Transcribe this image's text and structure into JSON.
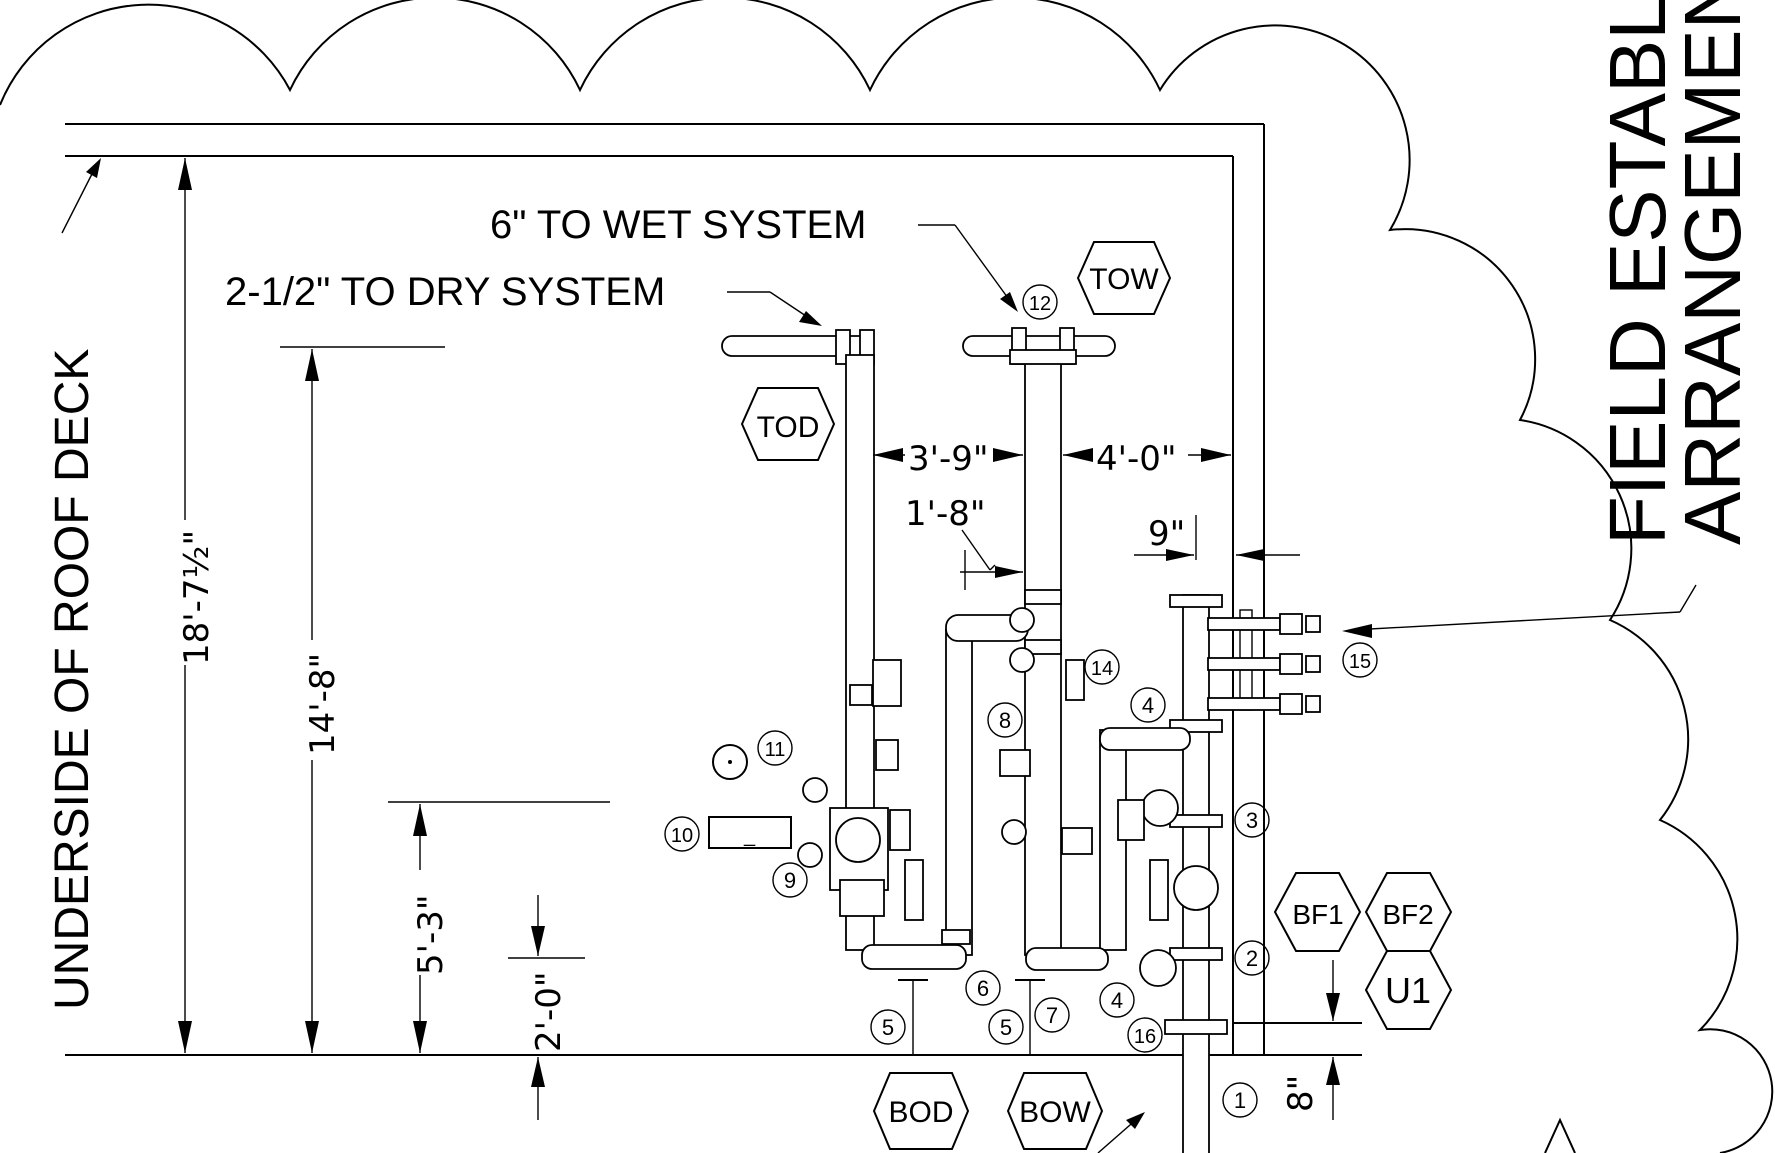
{
  "title": {
    "line1": "FIELD ESTABLI",
    "line2": "ARRANGEMEN"
  },
  "labels": {
    "roof_deck": "UNDERSIDE OF ROOF DECK",
    "wet_system": "6\" TO WET SYSTEM",
    "dry_system": "2-1/2\" TO DRY SYSTEM"
  },
  "dimensions": {
    "overall_height": "18'-7½\"",
    "height_14_8": "14'-8\"",
    "height_5_3": "5'-3\"",
    "height_2_0": "2'-0\"",
    "span_3_9": "3'-9\"",
    "span_4_0": "4'-0\"",
    "offset_1_8": "1'-8\"",
    "offset_9": "9\"",
    "offset_8": "8\""
  },
  "hex_tags": {
    "tod": "TOD",
    "tow": "TOW",
    "bod": "BOD",
    "bow": "BOW",
    "bf1": "BF1",
    "bf2": "BF2",
    "u1": "U1"
  },
  "callouts": {
    "c1": "1",
    "c2": "2",
    "c3": "3",
    "c4a": "4",
    "c4b": "4",
    "c5a": "5",
    "c5b": "5",
    "c6": "6",
    "c7": "7",
    "c8": "8",
    "c9": "9",
    "c10": "10",
    "c11": "11",
    "c12": "12",
    "c14": "14",
    "c15": "15",
    "c16": "16"
  },
  "sign_text": "_"
}
